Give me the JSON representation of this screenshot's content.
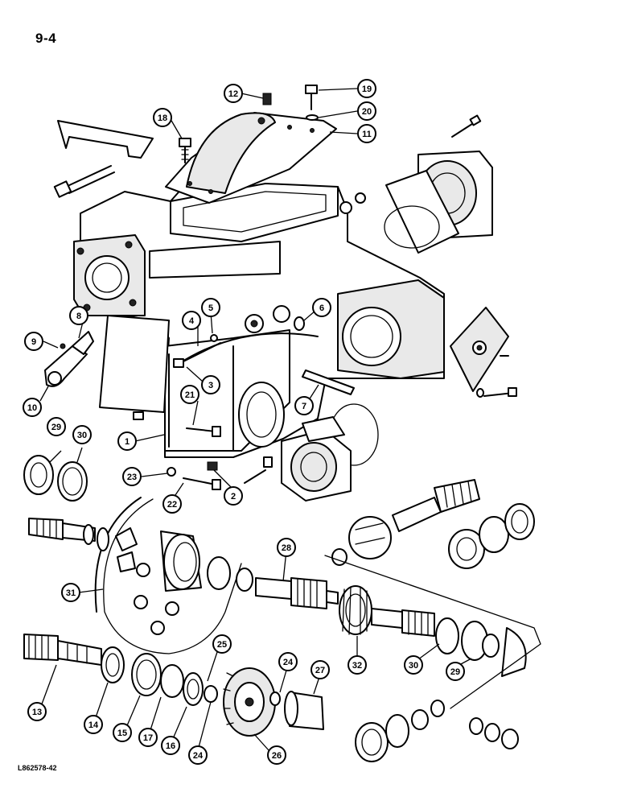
{
  "page_number": "9-4",
  "drawing_code": "L862578-42",
  "callouts": [
    "1",
    "2",
    "3",
    "4",
    "5",
    "6",
    "7",
    "8",
    "9",
    "10",
    "11",
    "12",
    "13",
    "14",
    "15",
    "16",
    "17",
    "18",
    "19",
    "20",
    "21",
    "22",
    "23",
    "24",
    "24",
    "25",
    "26",
    "27",
    "28",
    "29",
    "29",
    "30",
    "30",
    "31",
    "32"
  ]
}
